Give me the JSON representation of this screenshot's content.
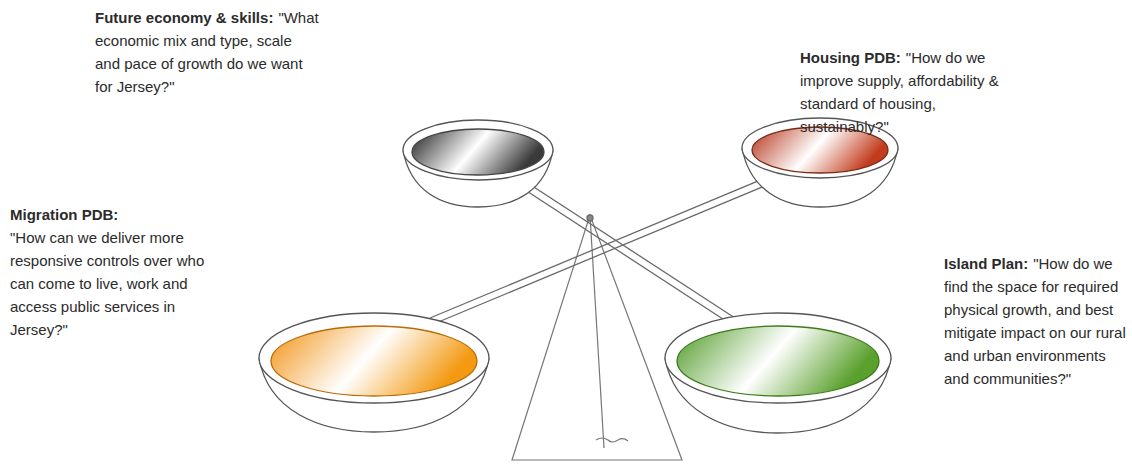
{
  "diagram": {
    "labels": [
      "Future economy & skills:",
      "\"What economic mix and type, scale and pace of growth do we want for Jersey?\"",
      "Housing PDB:",
      "\"How do we improve supply, affordability & standard of housing, sustainably?\"",
      "Migration PDB:",
      "\"How can we deliver more responsive controls over who can come to live, work and access public services in Jersey?\"",
      "Island Plan:",
      "\"How do we find the space for required physical growth, and best mitigate impact on our rural and urban environments and communities?\""
    ]
  }
}
